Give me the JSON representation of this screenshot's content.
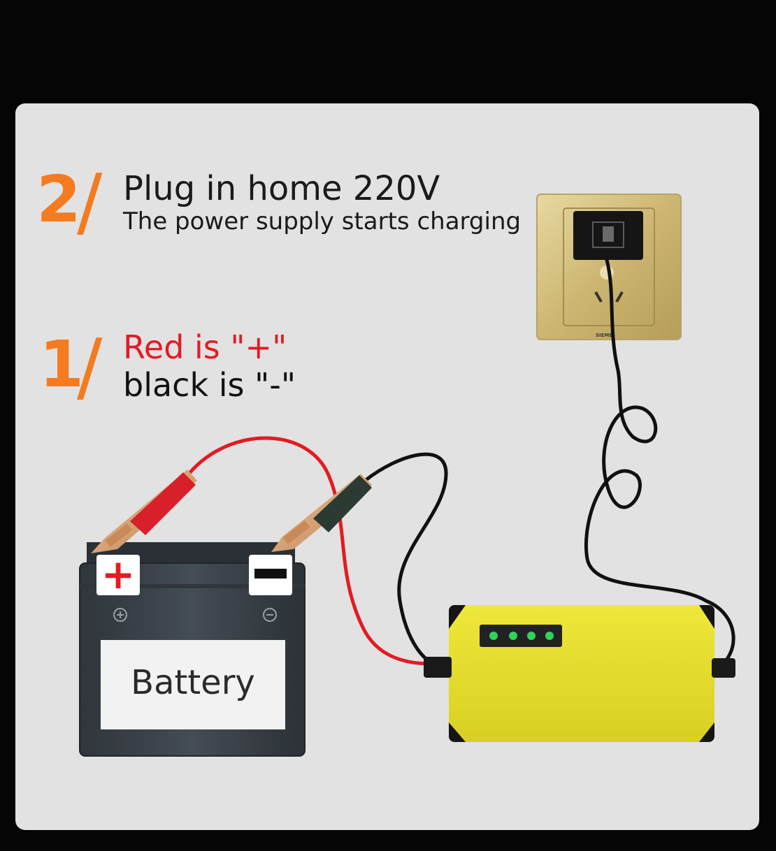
{
  "steps": [
    {
      "number": "2",
      "slash": "/",
      "title": "Plug in home 220V",
      "subtitle": "The power supply starts charging"
    },
    {
      "number": "1",
      "slash": "/",
      "line1": "Red is \"+\"",
      "line2": "black is \"-\""
    }
  ],
  "battery": {
    "label": "Battery",
    "plus_marker": "+",
    "minus_marker": "−"
  },
  "socket": {
    "brand": "SIEME"
  },
  "colors": {
    "accent_orange": "#f47b20",
    "positive_red": "#e31b23",
    "charger_yellow": "#e5dd2a",
    "battery_body": "#3a4148",
    "led_green": "#2fd35a"
  }
}
